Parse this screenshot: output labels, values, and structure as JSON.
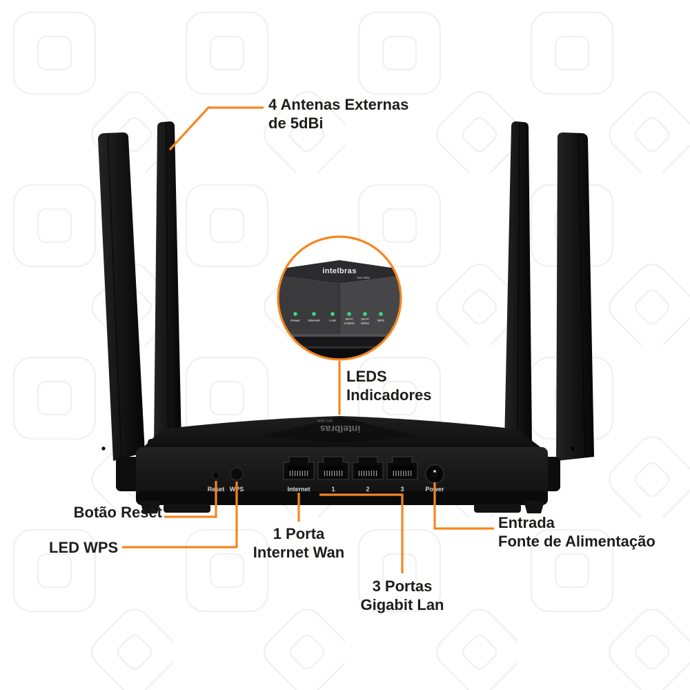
{
  "router": {
    "logo_text": "intelbras",
    "model_text": "W4-1800",
    "rear_labels": {
      "reset": "Reset",
      "wps": "WPS",
      "internet": "Internet",
      "lan1": "1",
      "lan2": "2",
      "lan3": "3",
      "power": "Power"
    }
  },
  "inset": {
    "logo_text": "intelbras",
    "model_text": "W4-1800",
    "leds": [
      {
        "l1": "Power"
      },
      {
        "l1": "Internet"
      },
      {
        "l1": "LAN"
      },
      {
        "l1": "Wi-Fi",
        "l2": "2.4GHz"
      },
      {
        "l1": "Wi-Fi",
        "l2": "5GHz"
      },
      {
        "l1": "WPS"
      }
    ]
  },
  "callouts": {
    "antennas_l1": "4 Antenas Externas",
    "antennas_l2": "de 5dBi",
    "leds_l1": "LEDS",
    "leds_l2": "Indicadores",
    "reset": "Botão Reset",
    "wps": "LED WPS",
    "wan_l1": "1 Porta",
    "wan_l2": "Internet Wan",
    "lan_l1": "3 Portas",
    "lan_l2": "Gigabit Lan",
    "power_l1": "Entrada",
    "power_l2": "Fonte de Alimentação"
  },
  "colors": {
    "accent_orange": "#F5861F",
    "led_green": "#3FD97F",
    "text_dark": "#1D1D1B",
    "pattern_gray": "#F1F1F1"
  }
}
